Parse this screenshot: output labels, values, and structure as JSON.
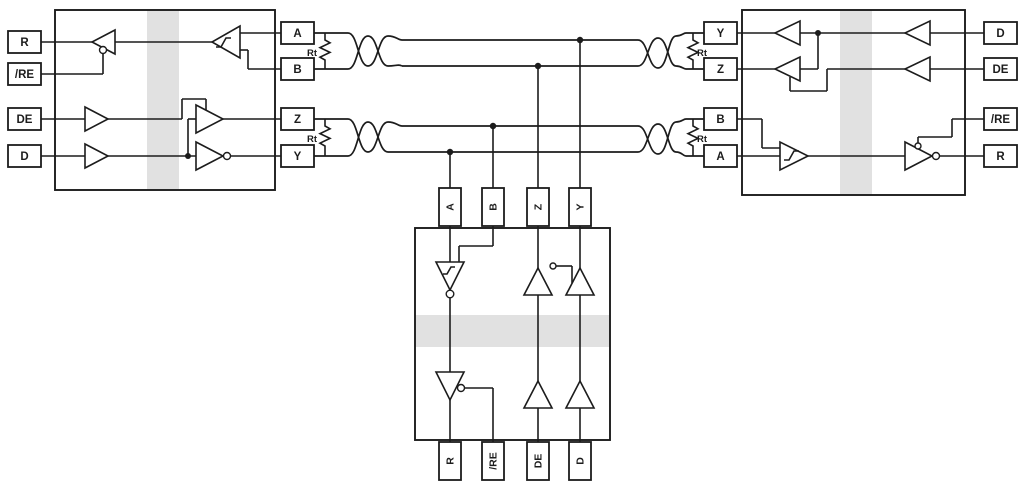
{
  "left_transceiver": {
    "left_pins": [
      "R",
      "/RE",
      "DE",
      "D"
    ],
    "right_pins": [
      "A",
      "B",
      "Z",
      "Y"
    ]
  },
  "right_transceiver": {
    "left_pins": [
      "Y",
      "Z",
      "B",
      "A"
    ],
    "right_pins": [
      "D",
      "DE",
      "/RE",
      "R"
    ]
  },
  "bottom_transceiver": {
    "top_pins": [
      "A",
      "B",
      "Z",
      "Y"
    ],
    "bottom_pins": [
      "R",
      "/RE",
      "DE",
      "D"
    ]
  },
  "termination": {
    "label": "Rt"
  },
  "colors": {
    "line": "#1c1c1c",
    "barrier": "#e1e1e1",
    "background": "#ffffff",
    "box_fill": "#ffffff"
  }
}
